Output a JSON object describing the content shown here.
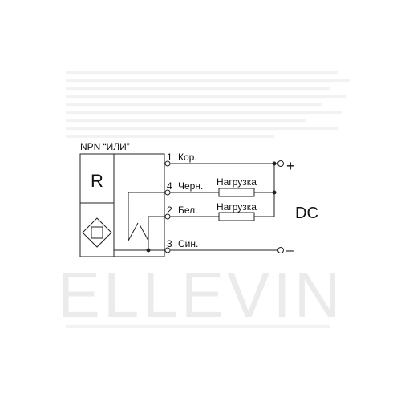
{
  "diagram": {
    "title": "NPN “ИЛИ”",
    "sensor_letter": "R",
    "pins": [
      {
        "number": "1",
        "label": "Кор."
      },
      {
        "number": "4",
        "label": "Черн."
      },
      {
        "number": "2",
        "label": "Бел."
      },
      {
        "number": "3",
        "label": "Син."
      }
    ],
    "loads": [
      "Нагрузка",
      "Нагрузка"
    ],
    "supply": {
      "label": "DC",
      "plus": "+",
      "minus": "–"
    },
    "watermark": "ELLEVIN"
  },
  "colors": {
    "line": "#222222",
    "text": "#111111",
    "watermark": "#ebebeb"
  }
}
